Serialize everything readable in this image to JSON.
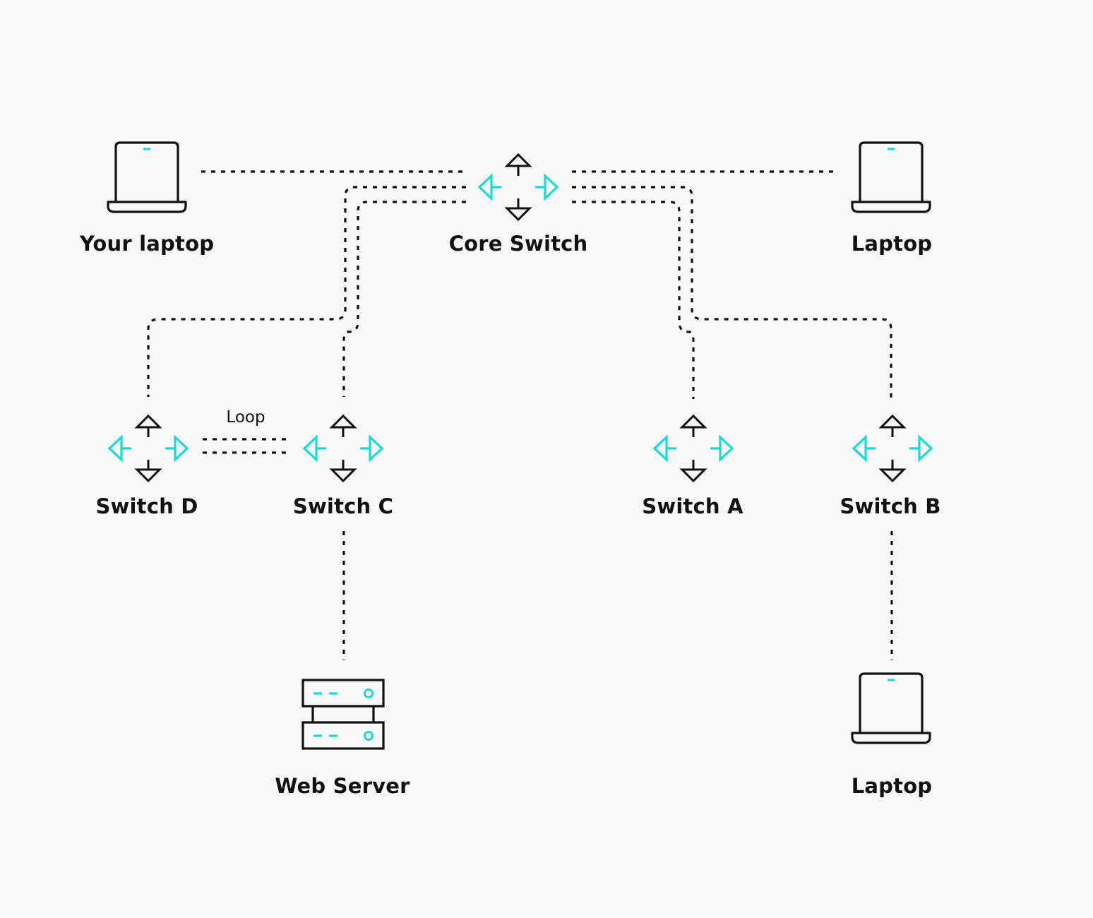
{
  "colors": {
    "background": "#f8f8f8",
    "ink": "#111111",
    "accent": "#1ad9d9"
  },
  "nodes": {
    "your_laptop": {
      "label": "Your laptop",
      "icon": "laptop-icon"
    },
    "core_switch": {
      "label": "Core Switch",
      "icon": "switch-icon"
    },
    "laptop_top_right": {
      "label": "Laptop",
      "icon": "laptop-icon"
    },
    "switch_d": {
      "label": "Switch D",
      "icon": "switch-icon"
    },
    "switch_c": {
      "label": "Switch C",
      "icon": "switch-icon"
    },
    "switch_a": {
      "label": "Switch A",
      "icon": "switch-icon"
    },
    "switch_b": {
      "label": "Switch B",
      "icon": "switch-icon"
    },
    "web_server": {
      "label": "Web Server",
      "icon": "server-icon"
    },
    "laptop_bottom_right": {
      "label": "Laptop",
      "icon": "laptop-icon"
    }
  },
  "links": [
    {
      "from": "your_laptop",
      "to": "core_switch"
    },
    {
      "from": "core_switch",
      "to": "laptop_top_right"
    },
    {
      "from": "core_switch",
      "to": "switch_d"
    },
    {
      "from": "core_switch",
      "to": "switch_c"
    },
    {
      "from": "core_switch",
      "to": "switch_a"
    },
    {
      "from": "core_switch",
      "to": "switch_b"
    },
    {
      "from": "switch_d",
      "to": "switch_c",
      "label": "Loop"
    },
    {
      "from": "switch_d",
      "to": "switch_c"
    },
    {
      "from": "switch_c",
      "to": "web_server"
    },
    {
      "from": "switch_b",
      "to": "laptop_bottom_right"
    }
  ],
  "loop_label": "Loop"
}
